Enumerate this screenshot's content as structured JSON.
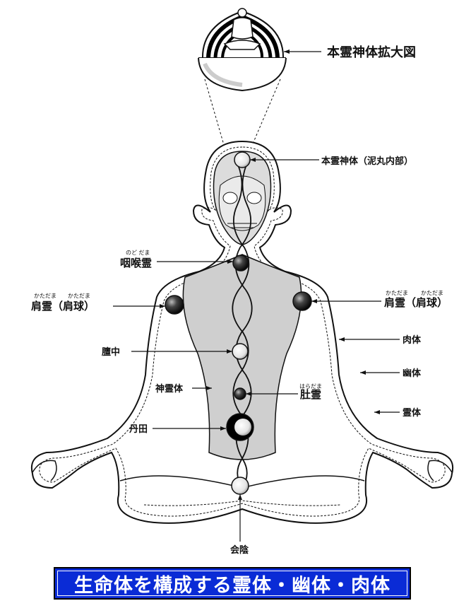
{
  "labels": {
    "honrei_zoom": "本霊神体拡大図",
    "honrei": "本霊神体（泥丸内部）",
    "inko": "咽喉霊",
    "inko_ruby": "のど だま",
    "kata_left": "肩霊（肩球）",
    "kata_left_ruby1": "かただま",
    "kata_left_ruby2": "かただま",
    "kata_right": "肩霊（肩球）",
    "kata_right_ruby1": "かただま",
    "kata_right_ruby2": "かただま",
    "nikutai": "肉体",
    "dan_chu": "膻中",
    "yuutai": "幽体",
    "shinreitai": "神霊体",
    "hara": "肚霊",
    "hara_ruby": "はらだま",
    "reitai": "霊体",
    "tanden": "丹田",
    "ein": "会陰"
  },
  "caption": "生命体を構成する霊体・幽体・肉体",
  "colors": {
    "caption_bg": "#0a2bd6",
    "caption_text": "#ffffff",
    "body_fill": "#cfcfcf",
    "line": "#111111"
  }
}
